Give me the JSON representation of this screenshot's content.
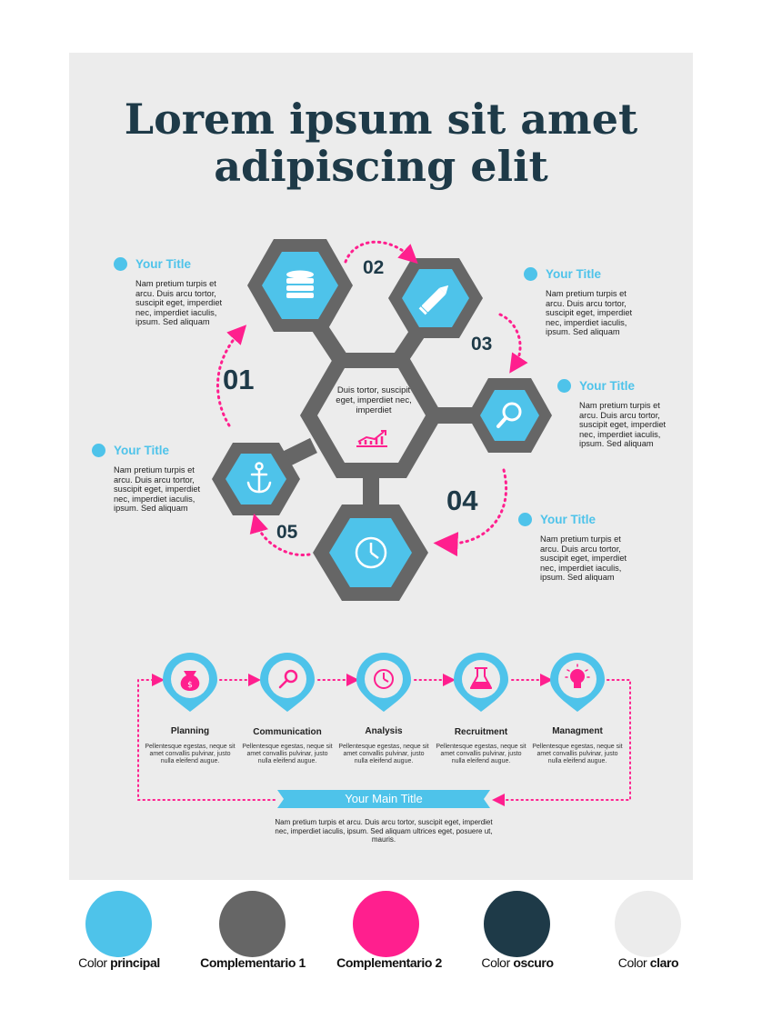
{
  "headline": {
    "line1": "Lorem ipsum sit amet",
    "line2": "adipiscing elit"
  },
  "center_text": "Duis tortor, suscipit eget, imperdiet nec, imperdiet",
  "steps": [
    {
      "number": "01"
    },
    {
      "number": "02"
    },
    {
      "number": "03"
    },
    {
      "number": "04"
    },
    {
      "number": "05"
    }
  ],
  "text_blocks": [
    {
      "title": "Your Title",
      "body": "Nam pretium turpis et arcu. Duis arcu tortor, suscipit eget, imperdiet nec, imperdiet iaculis, ipsum. Sed aliquam"
    },
    {
      "title": "Your Title",
      "body": "Nam pretium turpis et arcu. Duis arcu tortor, suscipit eget, imperdiet nec, imperdiet iaculis, ipsum. Sed aliquam"
    },
    {
      "title": "Your Title",
      "body": "Nam pretium turpis et arcu. Duis arcu tortor, suscipit eget, imperdiet nec, imperdiet iaculis, ipsum. Sed aliquam"
    },
    {
      "title": "Your Title",
      "body": "Nam pretium turpis et arcu. Duis arcu tortor, suscipit eget, imperdiet nec, imperdiet iaculis, ipsum. Sed aliquam"
    },
    {
      "title": "Your Title",
      "body": "Nam pretium turpis et arcu. Duis arcu tortor, suscipit eget, imperdiet nec, imperdiet iaculis, ipsum. Sed aliquam"
    }
  ],
  "hex_icons": [
    "database-icon",
    "pencil-icon",
    "search-icon",
    "clock-icon",
    "anchor-icon",
    "chart-icon"
  ],
  "process": {
    "steps": [
      {
        "title": "Planning",
        "icon": "money-bag-icon",
        "body": "Pellentesque egestas, neque sit amet convallis pulvinar, justo nulla eleifend augue."
      },
      {
        "title": "Communication",
        "icon": "search-icon",
        "body": "Pellentesque egestas, neque sit amet convallis pulvinar, justo nulla eleifend augue."
      },
      {
        "title": "Analysis",
        "icon": "clock-icon",
        "body": "Pellentesque egestas, neque sit amet convallis pulvinar, justo nulla eleifend augue."
      },
      {
        "title": "Recruitment",
        "icon": "flask-icon",
        "body": "Pellentesque egestas, neque sit amet convallis pulvinar, justo nulla eleifend augue."
      },
      {
        "title": "Managment",
        "icon": "lightbulb-icon",
        "body": "Pellentesque egestas, neque sit amet convallis pulvinar, justo nulla eleifend augue."
      }
    ],
    "main_title": "Your Main Title",
    "main_body": "Nam pretium turpis et arcu. Duis arcu tortor, suscipit eget, imperdiet nec, imperdiet iaculis, ipsum. Sed aliquam ultrices eget, posuere ut, mauris."
  },
  "palette": [
    {
      "prefix": "Color ",
      "bold": "principal",
      "color": "#4ec3ea"
    },
    {
      "prefix": "",
      "bold": "Complementario 1",
      "color": "#666666"
    },
    {
      "prefix": "",
      "bold": "Complementario 2",
      "color": "#ff1f8e"
    },
    {
      "prefix": "Color ",
      "bold": "oscuro",
      "color": "#1e3a48"
    },
    {
      "prefix": "Color ",
      "bold": "claro",
      "color": "#ececec"
    }
  ],
  "colors": {
    "primary": "#4ec3ea",
    "gray": "#666666",
    "accent": "#ff1f8e",
    "dark": "#1e3a48",
    "light": "#ececec"
  }
}
